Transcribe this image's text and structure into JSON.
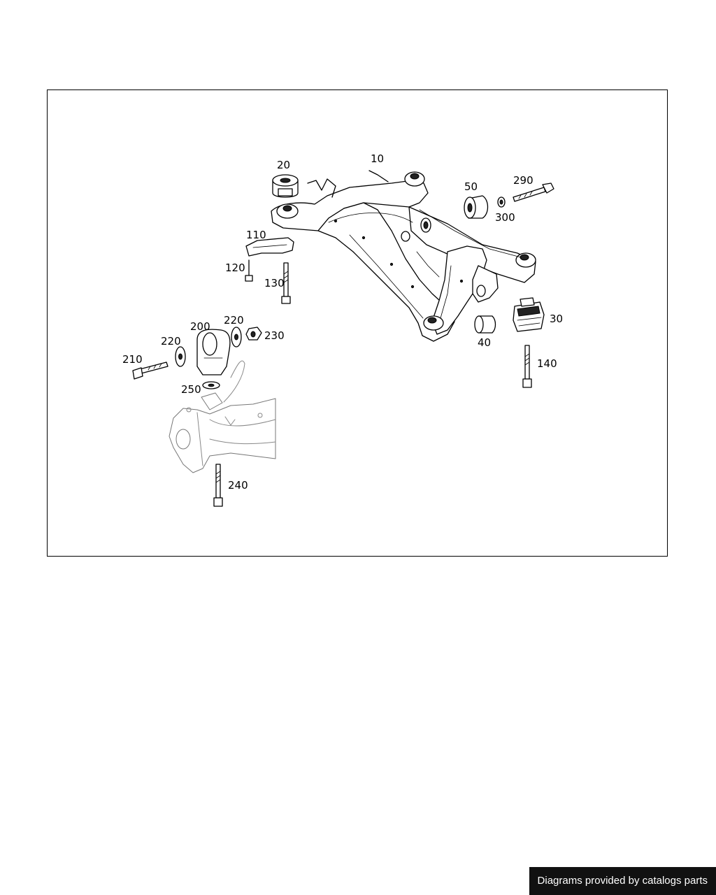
{
  "diagram": {
    "callouts": {
      "c10": "10",
      "c20": "20",
      "c30": "30",
      "c40": "40",
      "c50": "50",
      "c110": "110",
      "c120": "120",
      "c130": "130",
      "c140": "140",
      "c200": "200",
      "c210": "210",
      "c220a": "220",
      "c220b": "220",
      "c230": "230",
      "c240": "240",
      "c250": "250",
      "c290": "290",
      "c300": "300"
    }
  },
  "footer": {
    "credit": "Diagrams provided by catalogs parts"
  },
  "colors": {
    "line": "#000000",
    "background": "#ffffff",
    "banner": "#111111"
  }
}
